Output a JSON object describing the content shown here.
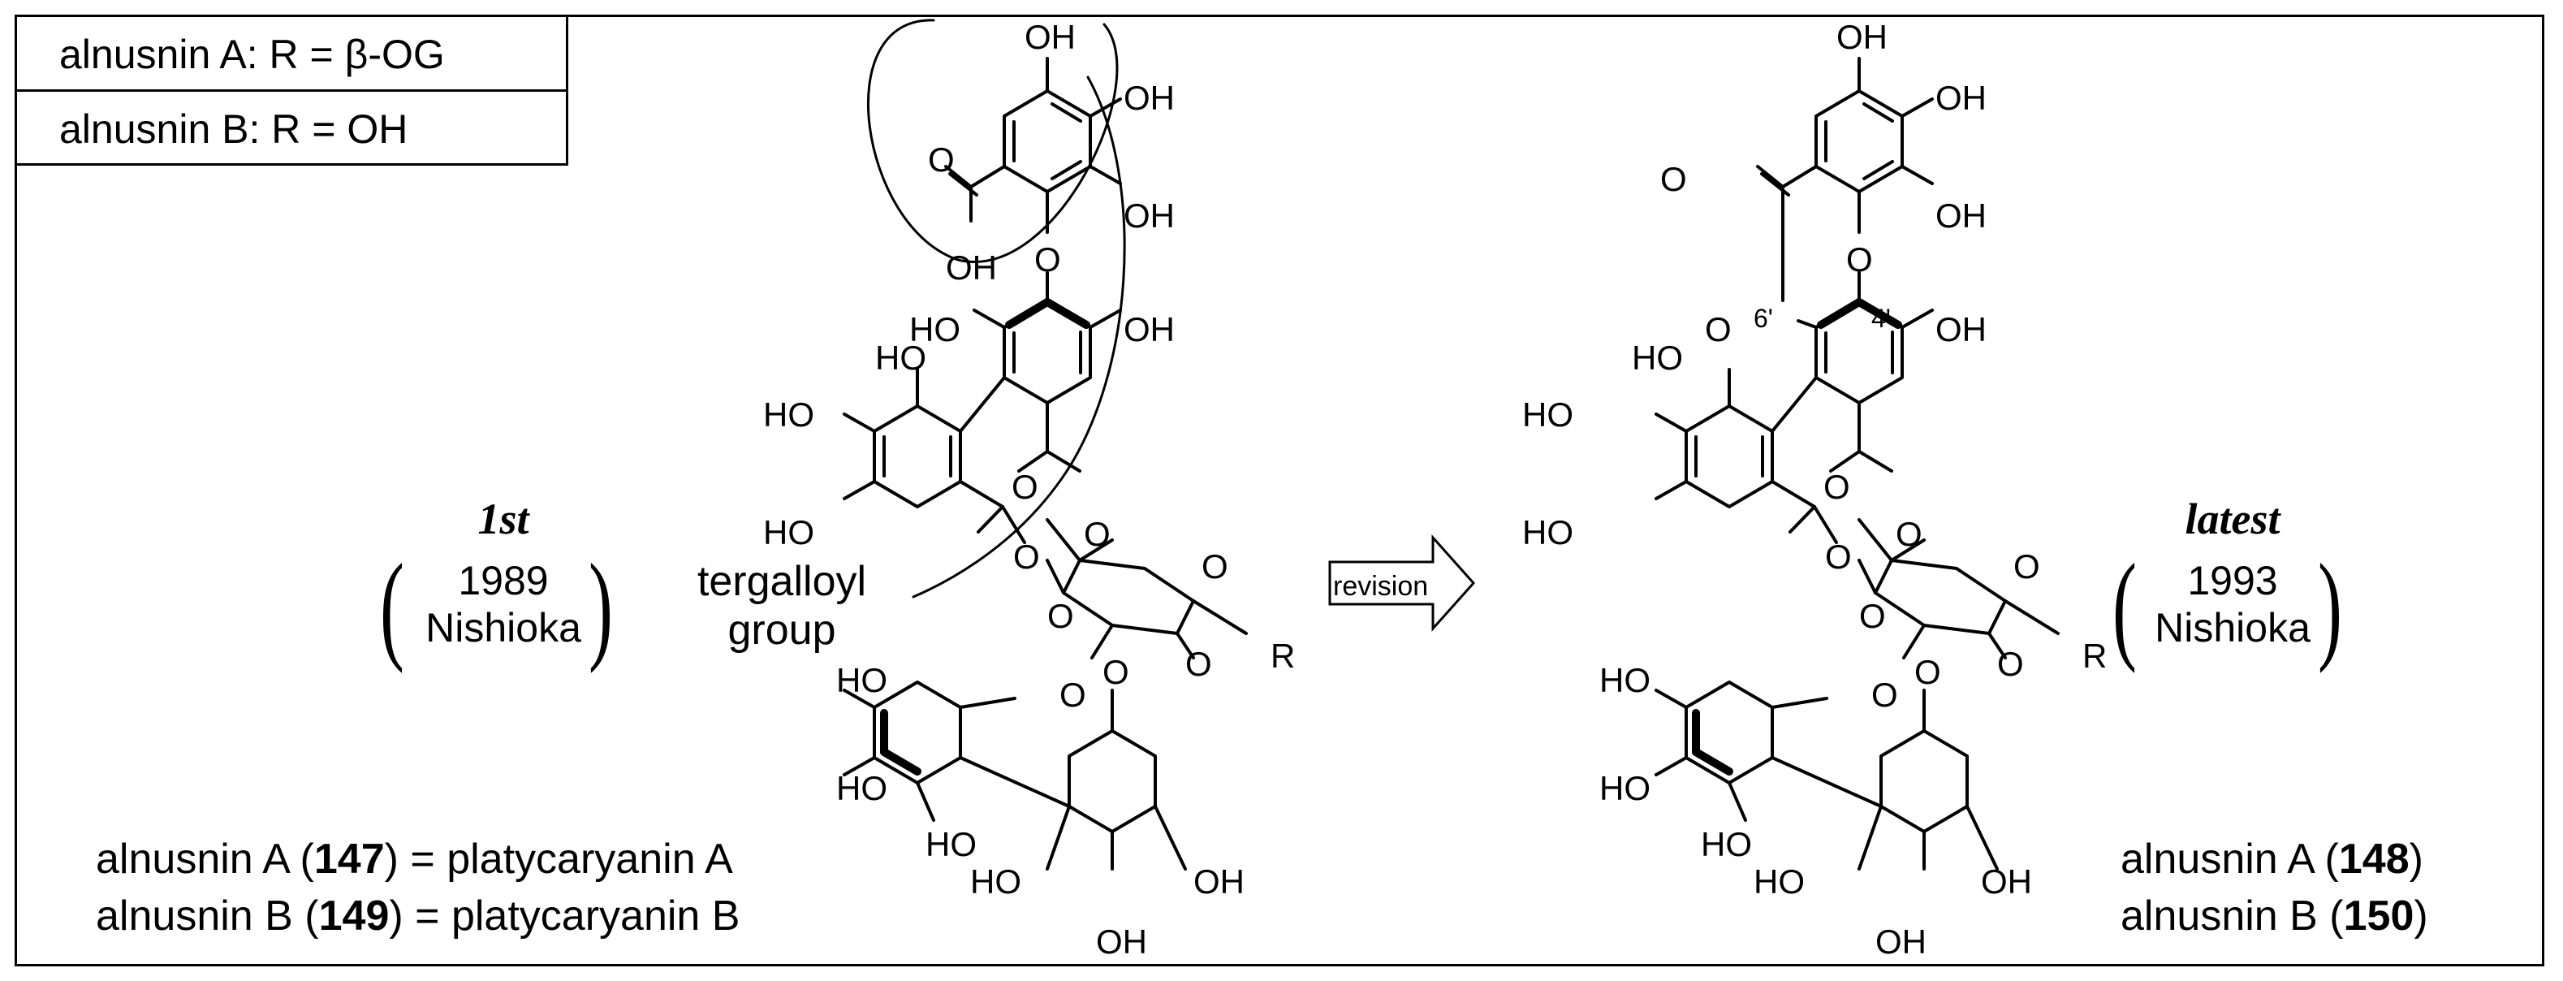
{
  "legend": {
    "row_a": "alnusnin A: R = β-OG",
    "row_b": "alnusnin B: R = OH"
  },
  "left": {
    "era_label": "1st",
    "year": "1989",
    "author": "Nishioka",
    "group_label_line1": "tergalloyl",
    "group_label_line2": "group",
    "compound_a_prefix": "alnusnin A (",
    "compound_a_num": "147",
    "compound_a_suffix": ") = platycaryanin A",
    "compound_b_prefix": "alnusnin B (",
    "compound_b_num": "149",
    "compound_b_suffix": ") = platycaryanin B"
  },
  "right": {
    "era_label": "latest",
    "year": "1993",
    "author": "Nishioka",
    "compound_a_prefix": "alnusnin A (",
    "compound_a_num": "148",
    "compound_a_suffix": ")",
    "compound_b_prefix": "alnusnin B (",
    "compound_b_num": "150",
    "compound_b_suffix": ")"
  },
  "arrow": {
    "label": "revision"
  },
  "atoms": {
    "oh": "OH",
    "ho": "HO",
    "o": "O",
    "r": "R",
    "pos_6": "6'",
    "pos_4": "4'"
  }
}
